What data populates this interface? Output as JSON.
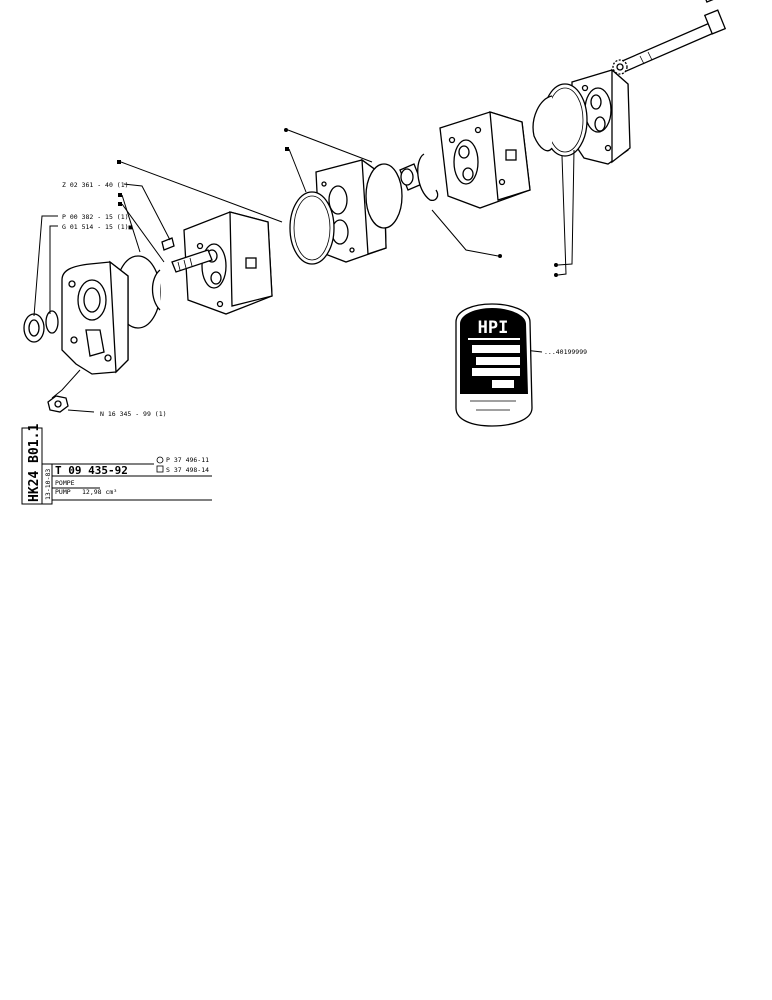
{
  "callouts": {
    "z_part": "Z 02 361 - 40 (1)",
    "p_part": "P 00 382 - 15 (1)",
    "g_part": "G 01 514 - 15 (1)■",
    "n_part": "N 16 345 - 99 (1)",
    "plate_ref": "...40199999"
  },
  "nameplate": {
    "brand": "HPI"
  },
  "title_block": {
    "group_code": "HK24 B01.1",
    "date": "13-10-83",
    "part_number": "T 09 435-92",
    "ref_circle": "P 37 496-11",
    "ref_square": "S 37 498-14",
    "name_fr": "POMPE",
    "name_en": "PUMP",
    "spec": "12,98 cm³"
  }
}
